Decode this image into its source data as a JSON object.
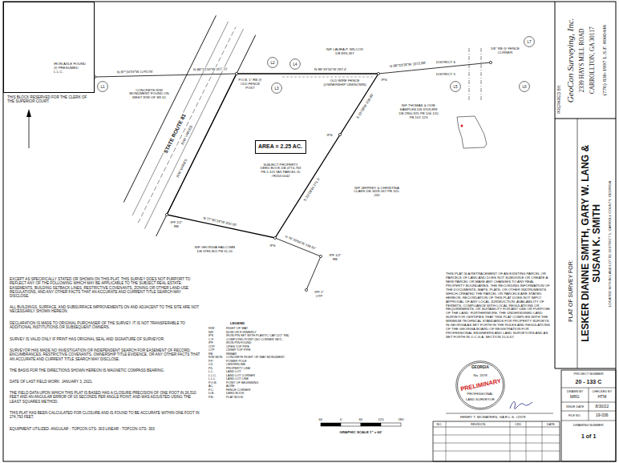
{
  "diagram": {
    "nodes": [
      {
        "text": [
          "THIS BLOCK RESERVED FOR THE CLERK OF THE SUPERIOR COURT."
        ]
      },
      {
        "text": [
          "AREA = 2.25 AC."
        ]
      },
      {
        "text": [
          "PREPARED BY:",
          "GeoCon Surveying, Inc.",
          "2339 HAYS MILL ROAD",
          "CARROLLTON, GA 30117",
          "(770) 830-1997 L.S.F. #000446"
        ]
      },
      {
        "text": [
          "PLAT OF SURVEY FOR:",
          "LESKER DIANNE SMITH, GARY W. LANG & SUSAN K. SMITH",
          "LOCATED WITHIN LAND LOT 81, DISTRICT 5, CARROLL COUNTY, GEORGIA"
        ]
      },
      {
        "text": [
          "GEORGIA",
          "No. 2578",
          "PRELIMINARY",
          "PROFESSIONAL",
          "LAND SURVEYOR"
        ]
      },
      {
        "text": [
          "L1"
        ]
      },
      {
        "text": [
          "L2"
        ]
      },
      {
        "text": [
          "L3"
        ]
      },
      {
        "text": [
          "L4"
        ]
      },
      {
        "text": [
          "L5"
        ]
      },
      {
        "text": [
          "L6"
        ]
      },
      {
        "text": [
          "L7"
        ]
      }
    ],
    "labels": [
      "IRON AXLE FOUND @ PRESUMED L.L.C.",
      "N 87°34'04\"W 1143.06'",
      "N 88°33'34\"W 207.72'",
      "CONCRETE R/W MONUMENT FOUND ON WEST R/W OF SR 61",
      "STATE ROUTE 81",
      "R/W VARIES",
      "R/W VARIES",
      "P.O.B. 1\" RB @ OLD FENCE POST",
      "N/F LAURA P. WILCOX DB 693-267",
      "N 88°33'34\"W 287.4'",
      "OLD WIRE FENCE (OWNERSHIP UNKNOWN)",
      "IPS",
      "N 88°33'34\"W 1072.68'",
      "DISTRICT 6",
      "DISTRICT 5",
      "5/8\" RB @ FENCE CORNER",
      "N/F THOMAS & OVIE SAMPLES DB 3709-899 DB 2960-925 PB 106-120 PB 107-123",
      "S 33°08'W 158.80'",
      "IPS",
      "SUBJECT PROPERTY DEED BOOK DB 4774-763 PB 2-115 TAX PARCEL ID #R153 0042",
      "S 33°08'W 271.5'",
      "N/F JEFFREY & CHRISTINA CLARK DB 3459-567 PB 101-232",
      "N 77°45'24\"W 350.00'",
      "IPF 1/2\" RB",
      "N/F GEORGIA HALCOMB DB 3783-801 PB 51-01",
      "IPS",
      "N 76°39'56\"W 199.92'",
      "IPF 1/2\" RB",
      "IPF 1\" OTP",
      "EXCEPT AS SPECIFICALLY STATED OR SHOWN ON THIS PLAT, THIS SURVEY DOES NOT PURPORT TO REFLECT ANY OF THE FOLLOWING WHICH MAY BE APPLICABLE TO THE SUBJECT REAL ESTATE: EASEMENTS, BUILDING SETBACK LINES, RESTRICTIVE COVENANTS, ZONING OR OTHER LAND-USE REGULATIONS, AND ANY OTHER FACTS THAT AN ACCURATE AND CURRENT TITLE SEARCH MAY DISCLOSE.",
      "ALL BUILDINGS, SURFACE, AND SUBSURFACE IMPROVEMENTS ON AND ADJACENT TO THE SITE ARE NOT NECESSARILY SHOWN HEREON.",
      "DECLARATION IS MADE TO ORIGINAL PURCHASER OF THE SURVEY. IT IS NOT TRANSFERABLE TO ADDITIONAL INSTITUTIONS OR SUBSEQUENT OWNERS.",
      "SURVEY IS VALID ONLY IF PRINT HAS ORIGINAL SEAL AND SIGNATURE OF SURVEYOR.",
      "SURVEYOR HAS MADE NO INVESTIGATION OR INDEPENDENT SEARCH FOR EASEMENT OF RECORD, ENCUMBRANCES, RESTRICTIVE COVENANTS, OWNERSHIP TITLE EVIDENCE, OR ANY OTHER FACTS THAT AN ACCURATE AND CURRENT TITLE SEARCH MAY DISCLOSE.",
      "THE BASIS FOR THE DIRECTIONS SHOWN HEREON IS MAGNETIC COMPASS BEARING.",
      "DATE OF LAST FIELD WORK: JANUARY 3, 2021.",
      "THE FIELD DATA UPON WHICH THIS PLAT IS BASED HAS A CLOSURE PRECISION OF ONE FOOT IN 26,510 FEET AND AN ANGULAR ERROR OF 03 SECONDS PER ANGLE POINT, AND WAS ADJUSTED USING THE LEAST SQUARES METHOD.",
      "THIS PLAT HAS BEEN CALCULATED FOR CLOSURE AND IS FOUND TO BE ACCURATE WITHIN ONE FOOT IN 274,793 FEET.",
      "EQUIPMENT UTILIZED: ANGULAR - TOPCON GTS- 303 LINEAR - TOPCON GTS- 303",
      "THIS PLAT IS A RETRACEMENT OF AN EXISTING PARCEL OR PARCELS OF LAND AND DOES NOT SUBDIVIDE OR CREATE A NEW PARCEL OR MAKE ANY CHANGES TO ANY REAL PROPERTY BOUNDARIES. THE RECORDING INFORMATION OF THE DOCUMENTS, MAPS, PLATS, OR OTHER INSTRUMENTS WHICH CREATED THE PARCEL OR PARCELS ARE STATED HEREON. RECORDATION OF THIS PLAT DOES NOT IMPLY APPROVAL OF ANY LOCAL JURISDICTION, AVAILABILITY OF PERMITS, COMPLIANCE WITH LOCAL REGULATIONS OR REQUIREMENTS, OR SUITABILITY FOR ANY USE OR PURPOSE OF THE LAND. FURTHERMORE, THE UNDERSIGNED LAND SURVEYOR CERTIFIES THAT THIS PLAT COMPLIES WITH THE MINIMUM TECHNICAL STANDARDS FOR PROPERTY SURVEYS IN GEORGIA AS SET FORTH IN THE RULES AND REGULATIONS OF THE GEORGIA BOARD OF REGISTRATION FOR PROFESSIONAL ENGINEERS AND LAND SURVEYORS AND AS SET FORTH IN O.C.G.A. SECTION 15-6-67.",
      "LEGEND",
      "R/W",
      "RIGHT OF WAY",
      "N/F",
      "NOW OR FORMERLY",
      "IPS",
      "IRON PIN SET WITH PLASTIC CAP (1/2\" RB)",
      "C.P.",
      "COMPUTED POINT (NO CORNER SET)",
      "IPF",
      "IRON PIN FOUND",
      "OTP",
      "OPEN TOP PIPE",
      "CTP",
      "CRIMP TOP PIPE",
      "RB",
      "REBAR",
      "R/W MON",
      "CONCRETE RIGHT OF WAY MONUMENT",
      "P.P.",
      "POWER POLE",
      "C/L",
      "CENTERLINE",
      "P/L",
      "PROPERTY LINE",
      "L.L.",
      "LAND LOT",
      "L.L.C.",
      "LAND LOT CORNER",
      "L.L.L.",
      "LAND LOT LINE",
      "P.O.B.",
      "POINT OF BEGINNING",
      "AC.",
      "ACRE",
      "F.C.",
      "FENCE CORNER",
      "D.B.",
      "DEED BOOK",
      "P.B.",
      "PLAT BOOK",
      "60",
      "0",
      "60",
      "120",
      "180",
      "GRAPHIC SCALE 1\" = 60'",
      "HENRY T. MCWATERS, GA R.L.S. #2578",
      "NO.",
      "REVISION",
      "CKD",
      "DATE",
      "PROJECT NUMBER",
      "20 - 133 C",
      "DRAWN BY",
      "MRG",
      "CHECKED BY",
      "HTM",
      "ISSUE DATE",
      "8/30/22",
      "FILE NO.",
      "19-036",
      "DRAWING NUMBER",
      "1 of 1"
    ]
  }
}
